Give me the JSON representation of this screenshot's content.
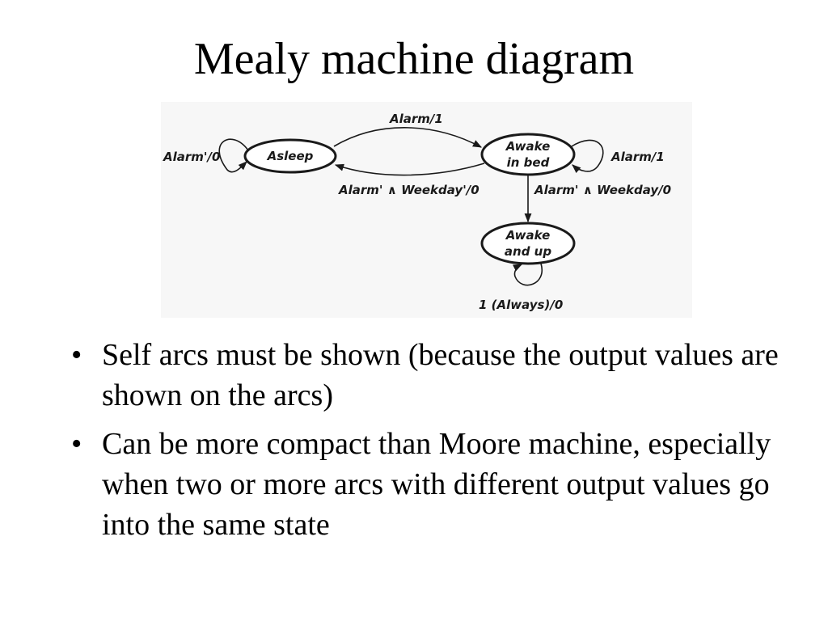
{
  "slide": {
    "title": "Mealy machine diagram"
  },
  "diagram": {
    "states": {
      "asleep": "Asleep",
      "awake_in_bed_line1": "Awake",
      "awake_in_bed_line2": "in bed",
      "awake_and_up_line1": "Awake",
      "awake_and_up_line2": "and up"
    },
    "transitions": {
      "asleep_self": "Alarm'/0",
      "asleep_to_in_bed": "Alarm/1",
      "in_bed_to_asleep": "Alarm' ∧ Weekday'/0",
      "in_bed_self": "Alarm/1",
      "in_bed_to_up": "Alarm' ∧ Weekday/0",
      "up_self": "1 (Always)/0"
    }
  },
  "bullets": [
    {
      "marker": "•",
      "text": "Self arcs must be shown (because the output values are shown on the arcs)"
    },
    {
      "marker": "•",
      "text": "Can be more compact than Moore machine, especially when two or more arcs with different output values go into the same state"
    }
  ]
}
